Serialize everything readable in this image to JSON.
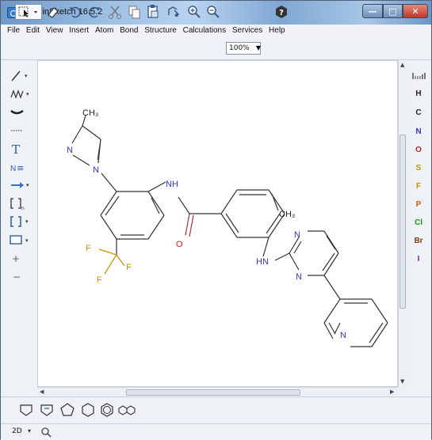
{
  "window": {
    "title": "MarvinSketch 16.5.2",
    "minimize": "—",
    "maximize": "□",
    "close": "✕"
  },
  "menu": [
    "File",
    "Edit",
    "View",
    "Insert",
    "Atom",
    "Bond",
    "Structure",
    "Calculations",
    "Services",
    "Help"
  ],
  "toolbar": {
    "zoom": "100%"
  },
  "elements": [
    "H",
    "C",
    "N",
    "O",
    "S",
    "F",
    "P",
    "Cl",
    "Br",
    "I"
  ],
  "element_colors": {
    "H": "#222222",
    "C": "#222222",
    "N": "#3333cc",
    "O": "#cc2222",
    "S": "#b8a000",
    "F": "#c79000",
    "P": "#d06000",
    "Cl": "#1a9a1a",
    "Br": "#8b3a1a",
    "I": "#7a2a9a"
  },
  "status": {
    "mode": "2D"
  },
  "molecule": {
    "atoms": {
      "ch3_top": "CH₃",
      "n_imid1": "N",
      "n_imid2": "N",
      "nh": "NH",
      "o": "O",
      "ch3_right": "CH₃",
      "f1": "F",
      "f2": "F",
      "f3": "F",
      "n_pyr1": "N",
      "hn": "HN",
      "n_pyr2": "N",
      "n_pyridine": "N"
    }
  },
  "icons": [
    "select-icon",
    "eraser-icon",
    "undo-icon",
    "redo-icon",
    "cut-icon",
    "copy-icon",
    "paste-icon",
    "clean-icon",
    "zoom-in-icon",
    "zoom-out-icon",
    "help-icon"
  ]
}
